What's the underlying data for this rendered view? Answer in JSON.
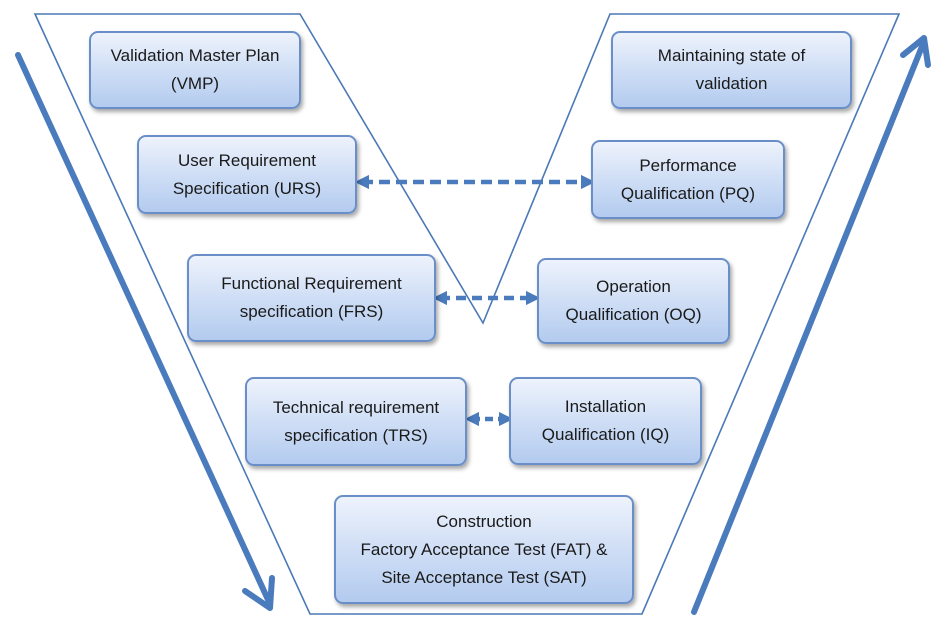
{
  "colors": {
    "outline": "#4a79b6",
    "arrow": "#4a7bbd",
    "box_border": "#6a8fc8",
    "box_fill_top": "#eef3fc",
    "box_fill_bottom": "#b3cbef"
  },
  "left_arm": {
    "vmp": [
      "Validation Master Plan",
      "(VMP)"
    ],
    "urs": [
      "User Requirement",
      "Specification (URS)"
    ],
    "frs": [
      "Functional Requirement",
      "specification (FRS)"
    ],
    "trs": [
      "Technical requirement",
      "specification (TRS)"
    ]
  },
  "bottom": {
    "construction": [
      "Construction",
      "Factory Acceptance Test (FAT) &",
      "Site Acceptance Test (SAT)"
    ]
  },
  "right_arm": {
    "maintain": [
      "Maintaining state of",
      "validation"
    ],
    "pq": [
      "Performance",
      "Qualification (PQ)"
    ],
    "oq": [
      "Operation",
      "Qualification (OQ)"
    ],
    "iq": [
      "Installation",
      "Qualification (IQ)"
    ]
  }
}
